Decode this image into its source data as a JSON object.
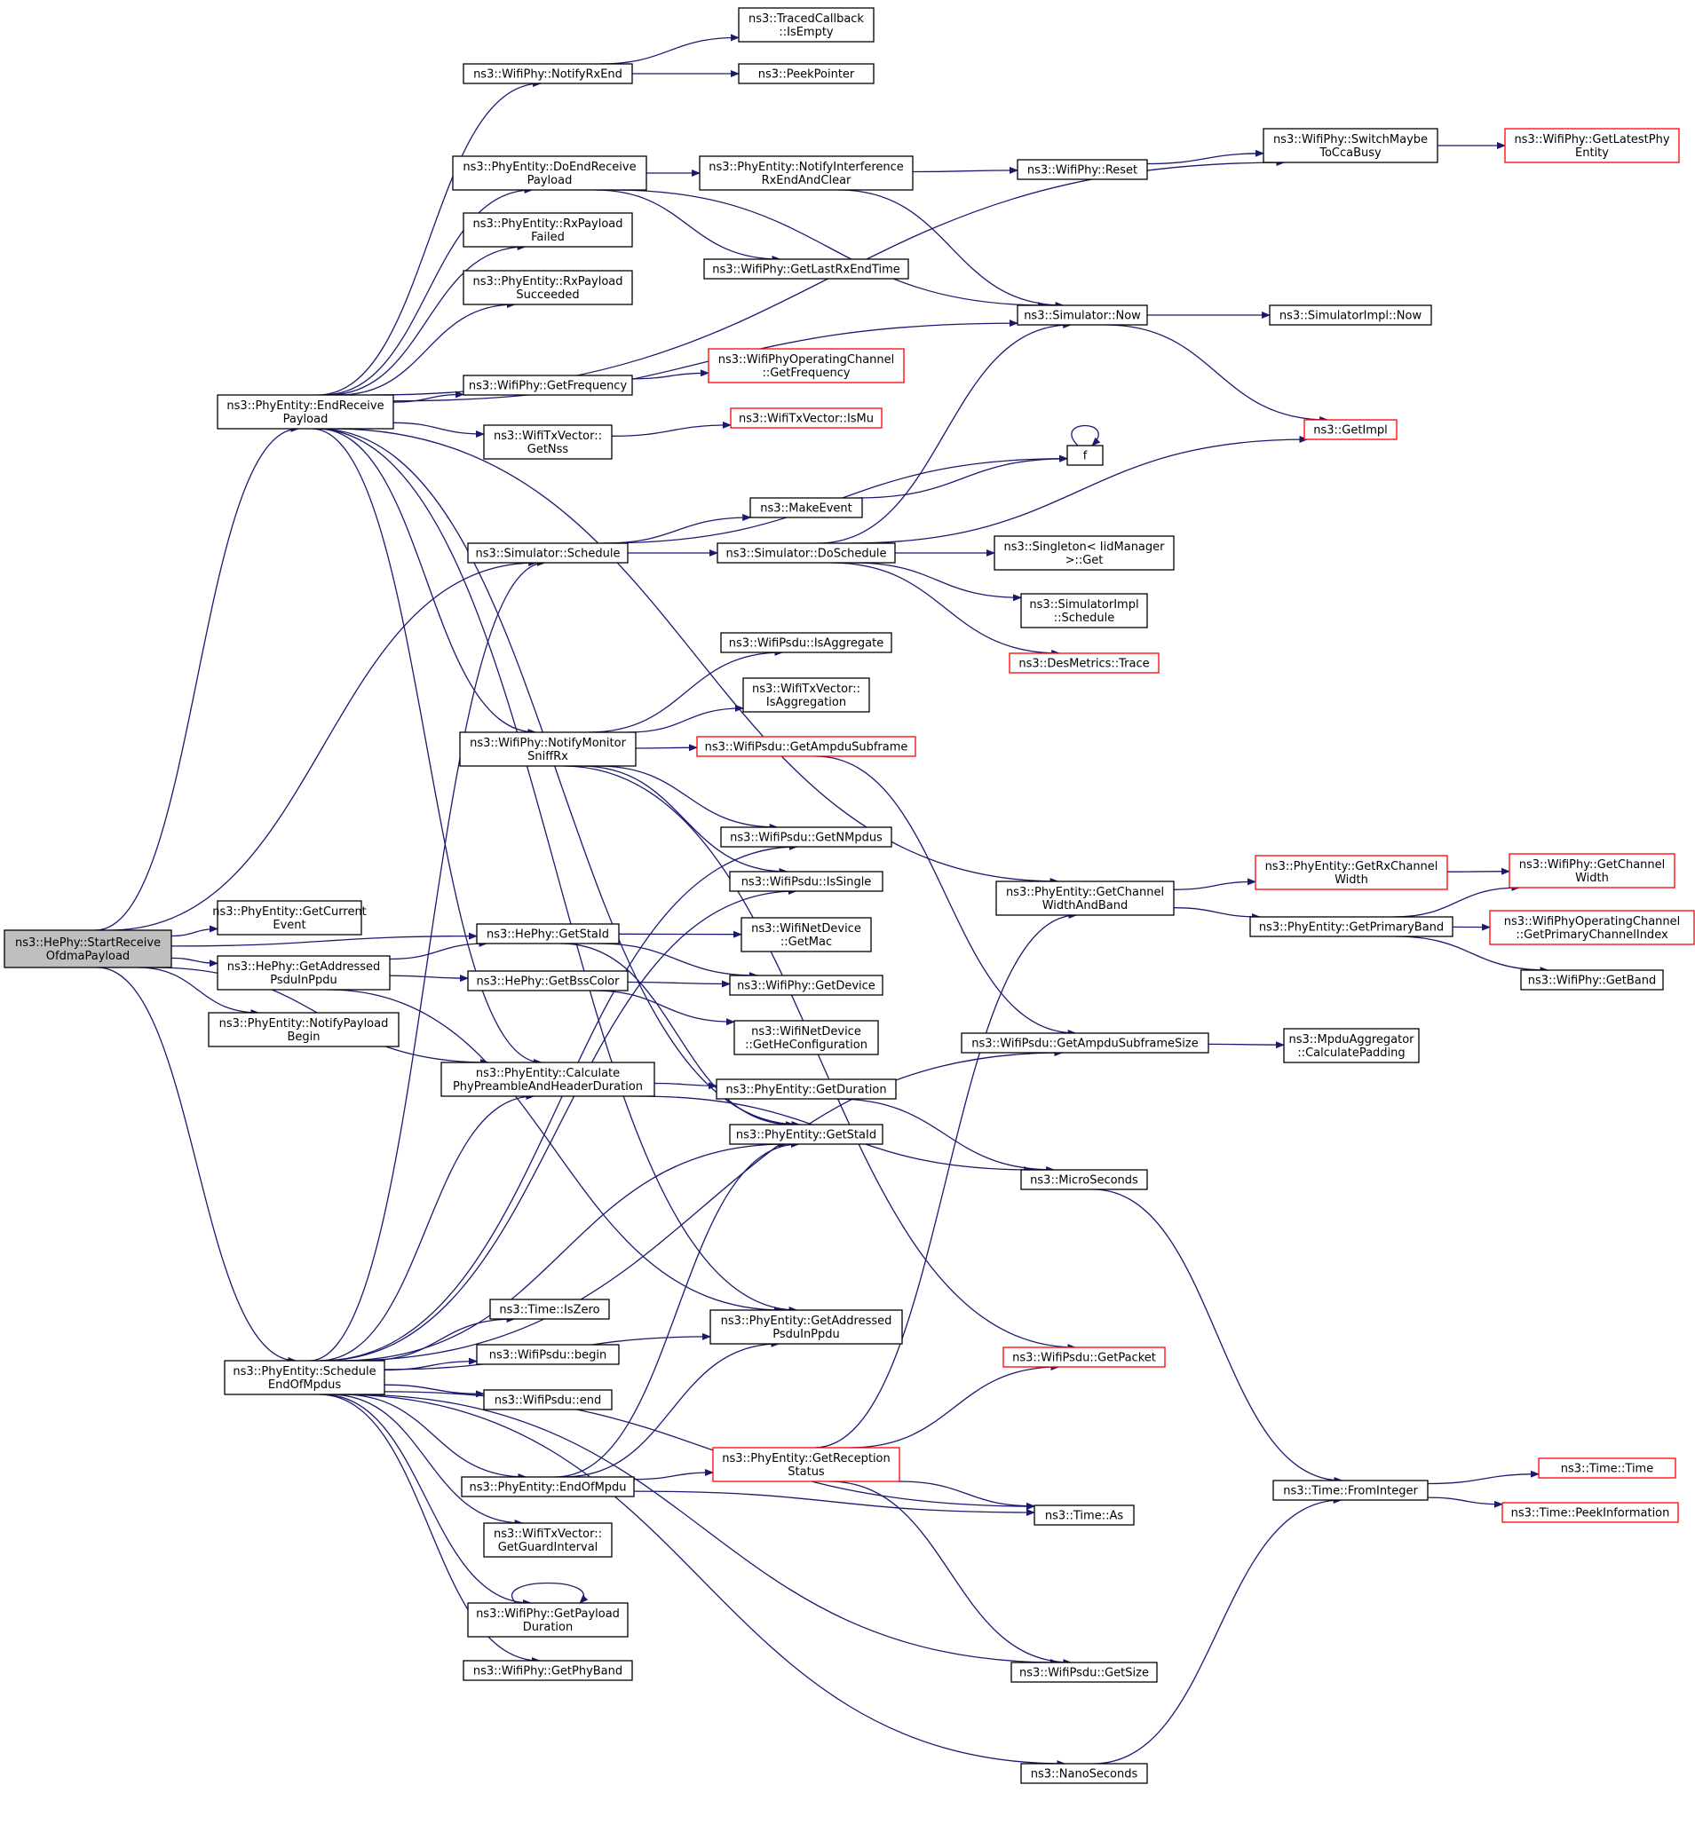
{
  "colors": {
    "edge": "#191970",
    "root_fill": "#bfbfbf",
    "red_border": "#ff0000",
    "border": "#000000"
  },
  "nodes": [
    {
      "id": "startRecv",
      "lines": [
        "ns3::HePhy::StartReceive",
        "OfdmaPayload"
      ],
      "style": "root"
    },
    {
      "id": "endRecvPayload",
      "lines": [
        "ns3::PhyEntity::EndReceive",
        "Payload"
      ],
      "style": "normal"
    },
    {
      "id": "getCurrentEvent",
      "lines": [
        "ns3::PhyEntity::GetCurrent",
        "Event"
      ],
      "style": "normal"
    },
    {
      "id": "heGetAddressed",
      "lines": [
        "ns3::HePhy::GetAddressed",
        "PsduInPpdu"
      ],
      "style": "normal"
    },
    {
      "id": "notifyPayloadBegin",
      "lines": [
        "ns3::PhyEntity::NotifyPayload",
        "Begin"
      ],
      "style": "normal"
    },
    {
      "id": "scheduleEndOfMpdus",
      "lines": [
        "ns3::PhyEntity::Schedule",
        "EndOfMpdus"
      ],
      "style": "normal"
    },
    {
      "id": "notifyRxEnd",
      "lines": [
        "ns3::WifiPhy::NotifyRxEnd"
      ],
      "style": "normal"
    },
    {
      "id": "doEndReceivePayload",
      "lines": [
        "ns3::PhyEntity::DoEndReceive",
        "Payload"
      ],
      "style": "normal"
    },
    {
      "id": "rxPayloadFailed",
      "lines": [
        "ns3::PhyEntity::RxPayload",
        "Failed"
      ],
      "style": "normal"
    },
    {
      "id": "rxPayloadSucceeded",
      "lines": [
        "ns3::PhyEntity::RxPayload",
        "Succeeded"
      ],
      "style": "normal"
    },
    {
      "id": "getFrequency",
      "lines": [
        "ns3::WifiPhy::GetFrequency"
      ],
      "style": "normal"
    },
    {
      "id": "getNss",
      "lines": [
        "ns3::WifiTxVector::",
        "GetNss"
      ],
      "style": "normal"
    },
    {
      "id": "simSchedule",
      "lines": [
        "ns3::Simulator::Schedule"
      ],
      "style": "normal"
    },
    {
      "id": "notifyMonitorSniffRx",
      "lines": [
        "ns3::WifiPhy::NotifyMonitor",
        "SniffRx"
      ],
      "style": "normal"
    },
    {
      "id": "heGetStaId",
      "lines": [
        "ns3::HePhy::GetStaId"
      ],
      "style": "normal"
    },
    {
      "id": "getBssColor",
      "lines": [
        "ns3::HePhy::GetBssColor"
      ],
      "style": "normal"
    },
    {
      "id": "calcPreamble",
      "lines": [
        "ns3::PhyEntity::Calculate",
        "PhyPreambleAndHeaderDuration"
      ],
      "style": "normal"
    },
    {
      "id": "timeIsZero",
      "lines": [
        "ns3::Time::IsZero"
      ],
      "style": "normal"
    },
    {
      "id": "psduBegin",
      "lines": [
        "ns3::WifiPsdu::begin"
      ],
      "style": "normal"
    },
    {
      "id": "psduEnd",
      "lines": [
        "ns3::WifiPsdu::end"
      ],
      "style": "normal"
    },
    {
      "id": "endOfMpdu",
      "lines": [
        "ns3::PhyEntity::EndOfMpdu"
      ],
      "style": "normal"
    },
    {
      "id": "getGuardInterval",
      "lines": [
        "ns3::WifiTxVector::",
        "GetGuardInterval"
      ],
      "style": "normal"
    },
    {
      "id": "getPayloadDuration",
      "lines": [
        "ns3::WifiPhy::GetPayload",
        "Duration"
      ],
      "style": "normal"
    },
    {
      "id": "getPhyBand",
      "lines": [
        "ns3::WifiPhy::GetPhyBand"
      ],
      "style": "normal"
    },
    {
      "id": "tracedIsEmpty",
      "lines": [
        "ns3::TracedCallback",
        "::IsEmpty"
      ],
      "style": "normal"
    },
    {
      "id": "peekPointer",
      "lines": [
        "ns3::PeekPointer"
      ],
      "style": "normal"
    },
    {
      "id": "notifyInterference",
      "lines": [
        "ns3::PhyEntity::NotifyInterference",
        "RxEndAndClear"
      ],
      "style": "normal"
    },
    {
      "id": "getLastRxEndTime",
      "lines": [
        "ns3::WifiPhy::GetLastRxEndTime"
      ],
      "style": "normal"
    },
    {
      "id": "woChanGetFrequency",
      "lines": [
        "ns3::WifiPhyOperatingChannel",
        "::GetFrequency"
      ],
      "style": "red"
    },
    {
      "id": "txIsMu",
      "lines": [
        "ns3::WifiTxVector::IsMu"
      ],
      "style": "red"
    },
    {
      "id": "makeEvent",
      "lines": [
        "ns3::MakeEvent"
      ],
      "style": "normal"
    },
    {
      "id": "doSchedule",
      "lines": [
        "ns3::Simulator::DoSchedule"
      ],
      "style": "normal"
    },
    {
      "id": "psduIsAggregate",
      "lines": [
        "ns3::WifiPsdu::IsAggregate"
      ],
      "style": "normal"
    },
    {
      "id": "txIsAggregation",
      "lines": [
        "ns3::WifiTxVector::",
        "IsAggregation"
      ],
      "style": "normal"
    },
    {
      "id": "getAmpduSubframe",
      "lines": [
        "ns3::WifiPsdu::GetAmpduSubframe"
      ],
      "style": "red"
    },
    {
      "id": "getNMpdus",
      "lines": [
        "ns3::WifiPsdu::GetNMpdus"
      ],
      "style": "normal"
    },
    {
      "id": "isSingle",
      "lines": [
        "ns3::WifiPsdu::IsSingle"
      ],
      "style": "normal"
    },
    {
      "id": "netDevGetMac",
      "lines": [
        "ns3::WifiNetDevice",
        "::GetMac"
      ],
      "style": "normal"
    },
    {
      "id": "phyGetDevice",
      "lines": [
        "ns3::WifiPhy::GetDevice"
      ],
      "style": "normal"
    },
    {
      "id": "getHeConfig",
      "lines": [
        "ns3::WifiNetDevice",
        "::GetHeConfiguration"
      ],
      "style": "normal"
    },
    {
      "id": "getDuration",
      "lines": [
        "ns3::PhyEntity::GetDuration"
      ],
      "style": "normal"
    },
    {
      "id": "phyEntGetStaId",
      "lines": [
        "ns3::PhyEntity::GetStaId"
      ],
      "style": "normal"
    },
    {
      "id": "phyEntGetAddressed",
      "lines": [
        "ns3::PhyEntity::GetAddressed",
        "PsduInPpdu"
      ],
      "style": "normal"
    },
    {
      "id": "getReceptionStatus",
      "lines": [
        "ns3::PhyEntity::GetReception",
        "Status"
      ],
      "style": "red"
    },
    {
      "id": "phyReset",
      "lines": [
        "ns3::WifiPhy::Reset"
      ],
      "style": "normal"
    },
    {
      "id": "simNow",
      "lines": [
        "ns3::Simulator::Now"
      ],
      "style": "normal"
    },
    {
      "id": "fFunc",
      "lines": [
        "f"
      ],
      "style": "normal"
    },
    {
      "id": "singletonGet",
      "lines": [
        "ns3::Singleton< IidManager",
        ">::Get"
      ],
      "style": "normal"
    },
    {
      "id": "simImplSchedule",
      "lines": [
        "ns3::SimulatorImpl",
        "::Schedule"
      ],
      "style": "normal"
    },
    {
      "id": "desTrace",
      "lines": [
        "ns3::DesMetrics::Trace"
      ],
      "style": "red"
    },
    {
      "id": "getChanWidthBand",
      "lines": [
        "ns3::PhyEntity::GetChannel",
        "WidthAndBand"
      ],
      "style": "normal"
    },
    {
      "id": "getAmpduSubframeSize",
      "lines": [
        "ns3::WifiPsdu::GetAmpduSubframeSize"
      ],
      "style": "normal"
    },
    {
      "id": "microSeconds",
      "lines": [
        "ns3::MicroSeconds"
      ],
      "style": "normal"
    },
    {
      "id": "getPacket",
      "lines": [
        "ns3::WifiPsdu::GetPacket"
      ],
      "style": "red"
    },
    {
      "id": "timeAs",
      "lines": [
        "ns3::Time::As"
      ],
      "style": "normal"
    },
    {
      "id": "psduGetSize",
      "lines": [
        "ns3::WifiPsdu::GetSize"
      ],
      "style": "normal"
    },
    {
      "id": "nanoSeconds",
      "lines": [
        "ns3::NanoSeconds"
      ],
      "style": "normal"
    },
    {
      "id": "switchMaybeToCcaBusy",
      "lines": [
        "ns3::WifiPhy::SwitchMaybe",
        "ToCcaBusy"
      ],
      "style": "normal"
    },
    {
      "id": "simImplNow",
      "lines": [
        "ns3::SimulatorImpl::Now"
      ],
      "style": "normal"
    },
    {
      "id": "getImpl",
      "lines": [
        "ns3::GetImpl"
      ],
      "style": "red"
    },
    {
      "id": "getRxChannelWidth",
      "lines": [
        "ns3::PhyEntity::GetRxChannel",
        "Width"
      ],
      "style": "red"
    },
    {
      "id": "getPrimaryBand",
      "lines": [
        "ns3::PhyEntity::GetPrimaryBand"
      ],
      "style": "normal"
    },
    {
      "id": "mpduAggCalcPadding",
      "lines": [
        "ns3::MpduAggregator",
        "::CalculatePadding"
      ],
      "style": "normal"
    },
    {
      "id": "timeFromInteger",
      "lines": [
        "ns3::Time::FromInteger"
      ],
      "style": "normal"
    },
    {
      "id": "getLatestPhyEntity",
      "lines": [
        "ns3::WifiPhy::GetLatestPhy",
        "Entity"
      ],
      "style": "red"
    },
    {
      "id": "phyGetChannelWidth",
      "lines": [
        "ns3::WifiPhy::GetChannel",
        "Width"
      ],
      "style": "red"
    },
    {
      "id": "getPrimaryChannelIndex",
      "lines": [
        "ns3::WifiPhyOperatingChannel",
        "::GetPrimaryChannelIndex"
      ],
      "style": "red"
    },
    {
      "id": "phyGetBand",
      "lines": [
        "ns3::WifiPhy::GetBand"
      ],
      "style": "normal"
    },
    {
      "id": "timeTime",
      "lines": [
        "ns3::Time::Time"
      ],
      "style": "red"
    },
    {
      "id": "timePeekInformation",
      "lines": [
        "ns3::Time::PeekInformation"
      ],
      "style": "red"
    }
  ],
  "edges": [
    [
      "startRecv",
      "endRecvPayload"
    ],
    [
      "startRecv",
      "getCurrentEvent"
    ],
    [
      "startRecv",
      "heGetAddressed"
    ],
    [
      "startRecv",
      "notifyPayloadBegin"
    ],
    [
      "startRecv",
      "scheduleEndOfMpdus"
    ],
    [
      "startRecv",
      "simSchedule"
    ],
    [
      "startRecv",
      "heGetStaId"
    ],
    [
      "startRecv",
      "calcPreamble"
    ],
    [
      "endRecvPayload",
      "notifyRxEnd"
    ],
    [
      "endRecvPayload",
      "doEndReceivePayload"
    ],
    [
      "endRecvPayload",
      "rxPayloadFailed"
    ],
    [
      "endRecvPayload",
      "rxPayloadSucceeded"
    ],
    [
      "endRecvPayload",
      "getFrequency"
    ],
    [
      "endRecvPayload",
      "getNss"
    ],
    [
      "endRecvPayload",
      "simNow"
    ],
    [
      "endRecvPayload",
      "switchMaybeToCcaBusy"
    ],
    [
      "endRecvPayload",
      "notifyMonitorSniffRx"
    ],
    [
      "endRecvPayload",
      "getChanWidthBand"
    ],
    [
      "endRecvPayload",
      "phyEntGetStaId"
    ],
    [
      "endRecvPayload",
      "phyEntGetAddressed"
    ],
    [
      "endRecvPayload",
      "calcPreamble"
    ],
    [
      "heGetAddressed",
      "heGetStaId"
    ],
    [
      "heGetAddressed",
      "getBssColor"
    ],
    [
      "heGetAddressed",
      "phyEntGetAddressed"
    ],
    [
      "scheduleEndOfMpdus",
      "timeIsZero"
    ],
    [
      "scheduleEndOfMpdus",
      "psduBegin"
    ],
    [
      "scheduleEndOfMpdus",
      "psduEnd"
    ],
    [
      "scheduleEndOfMpdus",
      "endOfMpdu"
    ],
    [
      "scheduleEndOfMpdus",
      "getGuardInterval"
    ],
    [
      "scheduleEndOfMpdus",
      "getPayloadDuration"
    ],
    [
      "scheduleEndOfMpdus",
      "getPhyBand"
    ],
    [
      "scheduleEndOfMpdus",
      "simSchedule"
    ],
    [
      "scheduleEndOfMpdus",
      "calcPreamble"
    ],
    [
      "scheduleEndOfMpdus",
      "getNMpdus"
    ],
    [
      "scheduleEndOfMpdus",
      "isSingle"
    ],
    [
      "scheduleEndOfMpdus",
      "phyEntGetStaId"
    ],
    [
      "scheduleEndOfMpdus",
      "getAmpduSubframeSize"
    ],
    [
      "scheduleEndOfMpdus",
      "phyEntGetAddressed"
    ],
    [
      "scheduleEndOfMpdus",
      "timeAs"
    ],
    [
      "scheduleEndOfMpdus",
      "psduGetSize"
    ],
    [
      "scheduleEndOfMpdus",
      "nanoSeconds"
    ],
    [
      "notifyRxEnd",
      "tracedIsEmpty"
    ],
    [
      "notifyRxEnd",
      "peekPointer"
    ],
    [
      "doEndReceivePayload",
      "notifyInterference"
    ],
    [
      "doEndReceivePayload",
      "getLastRxEndTime"
    ],
    [
      "doEndReceivePayload",
      "simNow"
    ],
    [
      "getFrequency",
      "woChanGetFrequency"
    ],
    [
      "getNss",
      "txIsMu"
    ],
    [
      "simSchedule",
      "makeEvent"
    ],
    [
      "simSchedule",
      "doSchedule"
    ],
    [
      "simSchedule",
      "fFunc"
    ],
    [
      "notifyMonitorSniffRx",
      "psduIsAggregate"
    ],
    [
      "notifyMonitorSniffRx",
      "txIsAggregation"
    ],
    [
      "notifyMonitorSniffRx",
      "getAmpduSubframe"
    ],
    [
      "notifyMonitorSniffRx",
      "getNMpdus"
    ],
    [
      "notifyMonitorSniffRx",
      "isSingle"
    ],
    [
      "notifyMonitorSniffRx",
      "getPacket"
    ],
    [
      "heGetStaId",
      "netDevGetMac"
    ],
    [
      "heGetStaId",
      "phyGetDevice"
    ],
    [
      "heGetStaId",
      "phyEntGetStaId"
    ],
    [
      "getBssColor",
      "phyGetDevice"
    ],
    [
      "getBssColor",
      "getHeConfig"
    ],
    [
      "calcPreamble",
      "getDuration"
    ],
    [
      "calcPreamble",
      "microSeconds"
    ],
    [
      "endOfMpdu",
      "getReceptionStatus"
    ],
    [
      "endOfMpdu",
      "phyEntGetStaId"
    ],
    [
      "endOfMpdu",
      "phyEntGetAddressed"
    ],
    [
      "endOfMpdu",
      "timeAs"
    ],
    [
      "getPayloadDuration",
      "getPayloadDuration"
    ],
    [
      "notifyInterference",
      "phyReset"
    ],
    [
      "notifyInterference",
      "simNow"
    ],
    [
      "makeEvent",
      "fFunc"
    ],
    [
      "doSchedule",
      "simNow"
    ],
    [
      "doSchedule",
      "getImpl"
    ],
    [
      "doSchedule",
      "singletonGet"
    ],
    [
      "doSchedule",
      "simImplSchedule"
    ],
    [
      "doSchedule",
      "desTrace"
    ],
    [
      "getAmpduSubframe",
      "getAmpduSubframeSize"
    ],
    [
      "getDuration",
      "microSeconds"
    ],
    [
      "getReceptionStatus",
      "getPacket"
    ],
    [
      "getReceptionStatus",
      "timeAs"
    ],
    [
      "getReceptionStatus",
      "psduGetSize"
    ],
    [
      "getReceptionStatus",
      "getChanWidthBand"
    ],
    [
      "phyReset",
      "switchMaybeToCcaBusy"
    ],
    [
      "simNow",
      "simImplNow"
    ],
    [
      "simNow",
      "getImpl"
    ],
    [
      "fFunc",
      "fFunc"
    ],
    [
      "getChanWidthBand",
      "getRxChannelWidth"
    ],
    [
      "getChanWidthBand",
      "getPrimaryBand"
    ],
    [
      "getAmpduSubframeSize",
      "mpduAggCalcPadding"
    ],
    [
      "microSeconds",
      "timeFromInteger"
    ],
    [
      "nanoSeconds",
      "timeFromInteger"
    ],
    [
      "switchMaybeToCcaBusy",
      "getLatestPhyEntity"
    ],
    [
      "getRxChannelWidth",
      "phyGetChannelWidth"
    ],
    [
      "getPrimaryBand",
      "phyGetChannelWidth"
    ],
    [
      "getPrimaryBand",
      "getPrimaryChannelIndex"
    ],
    [
      "getPrimaryBand",
      "phyGetBand"
    ],
    [
      "timeFromInteger",
      "timeTime"
    ],
    [
      "timeFromInteger",
      "timePeekInformation"
    ]
  ]
}
